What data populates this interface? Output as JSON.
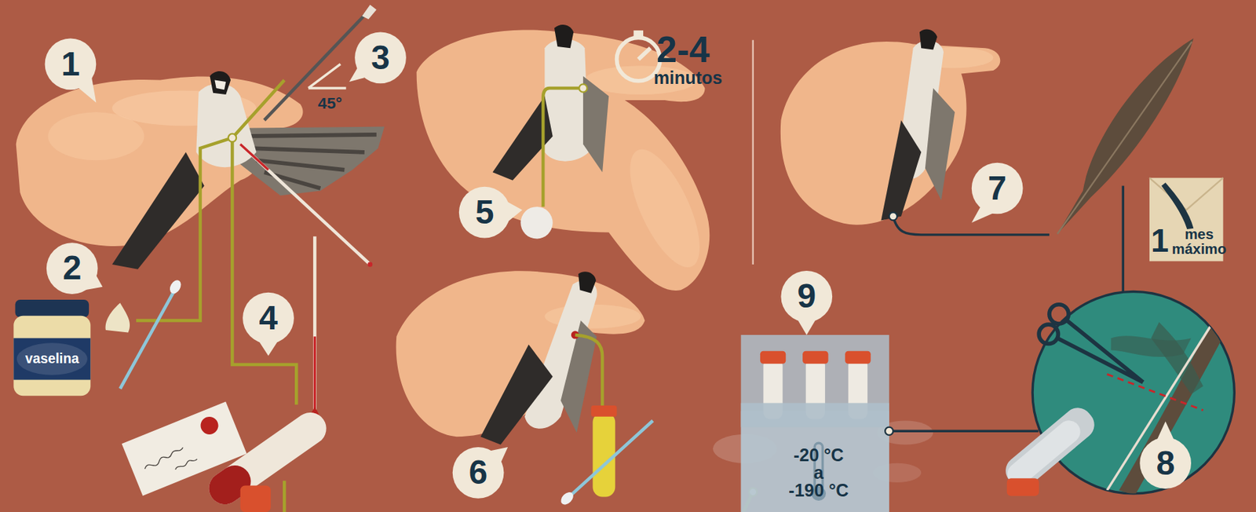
{
  "diagram": {
    "nodes": [
      {
        "text": [
          "vaselina"
        ]
      },
      {
        "text": [
          "-20 °C",
          "a",
          "-190 °C"
        ]
      },
      {
        "text": [
          "8"
        ]
      }
    ],
    "edges": [
      {
        "from": 1,
        "to": 2,
        "arrow": "none"
      }
    ],
    "labels": [
      "1",
      "3",
      "45°",
      "2",
      "4",
      "5",
      "2-4",
      "minutos",
      "6",
      "7",
      "1",
      "mes máximo",
      "9"
    ]
  }
}
